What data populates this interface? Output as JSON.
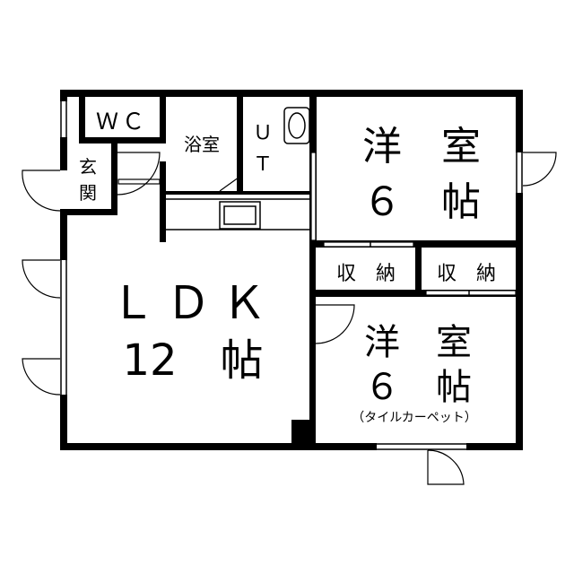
{
  "rooms": {
    "wc": "ＷＣ",
    "bath": "浴室",
    "ut": "ＵＴ",
    "genkan": "玄関",
    "western1_name": "洋　室",
    "western1_size": "６　帖",
    "storage1": "収　納",
    "storage2": "収　納",
    "ldk_name": "ＬＤＫ",
    "ldk_size": "12　帖",
    "western2_name": "洋　室",
    "western2_size": "６　帖",
    "western2_note": "（タイルカーペット）"
  }
}
